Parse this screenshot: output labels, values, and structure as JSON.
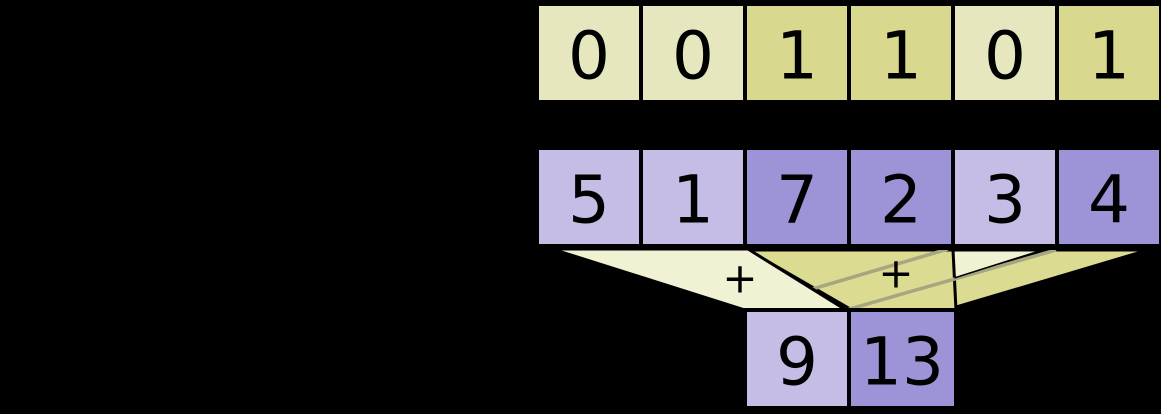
{
  "colors": {
    "background": "#000000",
    "outline": "#000000",
    "mask_off_cell": "#e7e7bf",
    "mask_on_cell": "#d8d88f",
    "value_off_cell": "#c5bde5",
    "value_on_cell": "#9d93d7",
    "funnel_off": "#f1f1d4",
    "funnel_on": "#dbdb92",
    "overlap_edge": "#a6a681"
  },
  "mask_row": {
    "values": [
      "0",
      "0",
      "1",
      "1",
      "0",
      "1"
    ]
  },
  "value_row": {
    "values": [
      "5",
      "1",
      "7",
      "2",
      "3",
      "4"
    ]
  },
  "result_row": {
    "values": [
      "9",
      "13"
    ]
  },
  "operators": {
    "plus_left": "+",
    "plus_right": "+"
  }
}
